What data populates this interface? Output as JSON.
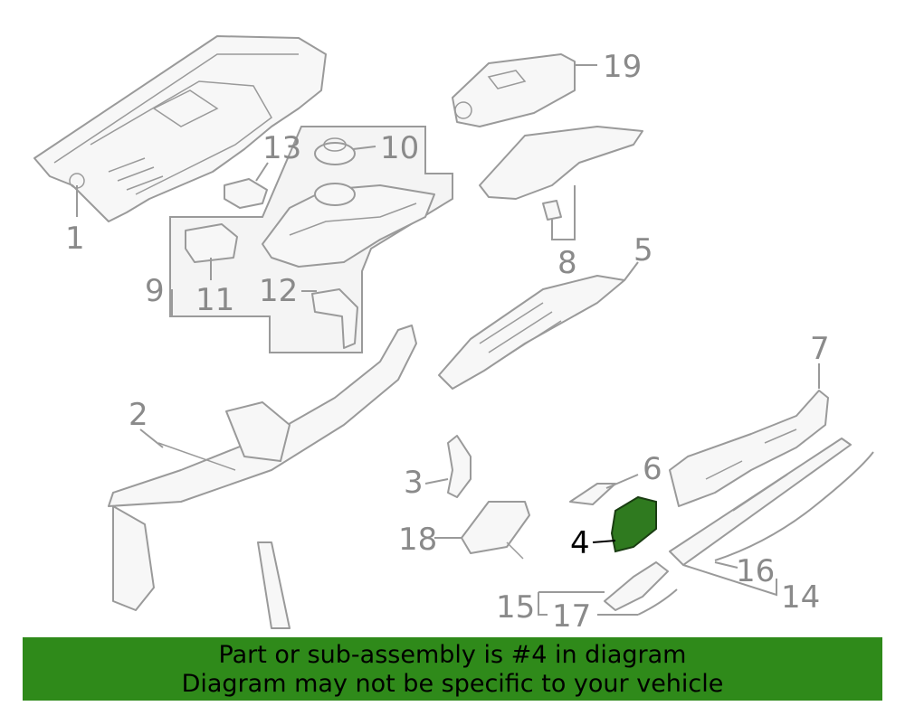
{
  "callouts": [
    "1",
    "2",
    "3",
    "4",
    "5",
    "6",
    "7",
    "8",
    "9",
    "10",
    "11",
    "12",
    "13",
    "14",
    "15",
    "16",
    "17",
    "18",
    "19"
  ],
  "highlighted_part": "4",
  "banner": {
    "line1": "Part or sub-assembly is #4 in diagram",
    "line2": "Diagram may not be specific to your vehicle",
    "color": "#2f8a1a"
  },
  "highlight_color": "#2f7a1f"
}
